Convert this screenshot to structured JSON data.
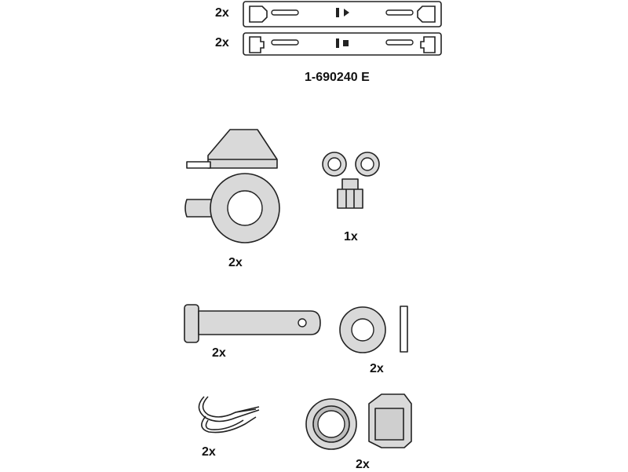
{
  "part_number": "1-690240 E",
  "parts": [
    {
      "name": "spring-plate-upper",
      "quantity": "2x"
    },
    {
      "name": "spring-plate-lower",
      "quantity": "2x"
    },
    {
      "name": "eccentric-cam",
      "quantity": "2x"
    },
    {
      "name": "nut-and-washers",
      "quantity": "1x"
    },
    {
      "name": "clevis-pin",
      "quantity": "2x"
    },
    {
      "name": "flat-washer",
      "quantity": "2x"
    },
    {
      "name": "spring-clip",
      "quantity": "2x"
    },
    {
      "name": "bushing-and-sleeve",
      "quantity": "2x"
    }
  ],
  "colors": {
    "line": "#222222",
    "fill": "#d9d9d9",
    "background": "#ffffff"
  }
}
